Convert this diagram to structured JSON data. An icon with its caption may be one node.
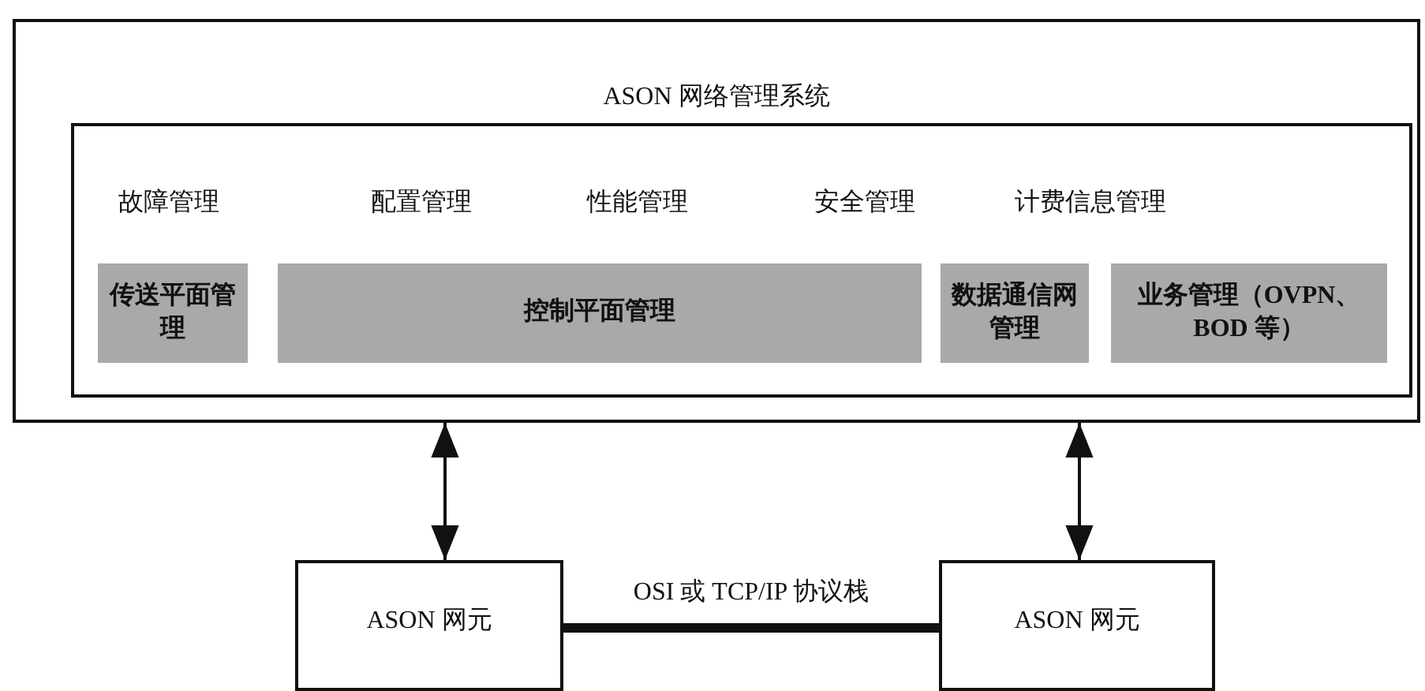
{
  "diagram": {
    "nodes": [
      {
        "text": [
          "ASON 网络管理系统"
        ]
      },
      {
        "text": [
          "故障管理",
          "配置管理",
          "性能管理",
          "安全管理",
          "计费信息管理"
        ],
        "in": 0
      },
      {
        "text": [
          "传送平面管理"
        ],
        "in": 1
      },
      {
        "text": [
          "控制平面管理"
        ],
        "in": 1
      },
      {
        "text": [
          "数据通信网管理"
        ],
        "in": 1
      },
      {
        "text": [
          "业务管理（OVPN、BOD 等）"
        ],
        "in": 1
      },
      {
        "text": [
          "ASON 网元"
        ]
      },
      {
        "text": [
          "ASON 网元"
        ]
      }
    ],
    "edges": [
      {
        "from": 0,
        "to": 6,
        "arrow": "both"
      },
      {
        "from": 0,
        "to": 7,
        "arrow": "both"
      },
      {
        "from": 6,
        "to": 7,
        "arrow": "none",
        "label": "OSI 或 TCP/IP 协议栈",
        "style": "thick"
      }
    ]
  }
}
